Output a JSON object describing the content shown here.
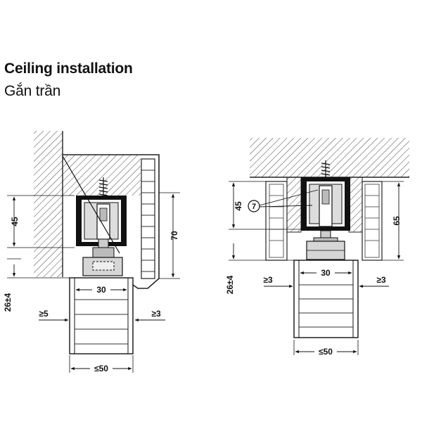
{
  "heading": {
    "title": "Ceiling installation",
    "subtitle": "Gắn trần"
  },
  "left_view": {
    "dim_height": "45",
    "dim_total": "70",
    "dim_offset": "26±4",
    "dim_track": "30",
    "dim_left_gap": "≥5",
    "dim_right_gap": "≥3",
    "dim_width": "≤50"
  },
  "right_view": {
    "dim_height": "45",
    "dim_total": "65",
    "dim_offset": "26±4",
    "dim_track": "30",
    "dim_left_gap": "≥3",
    "dim_right_gap": "≥3",
    "dim_width": "≤50",
    "callout": "7"
  }
}
